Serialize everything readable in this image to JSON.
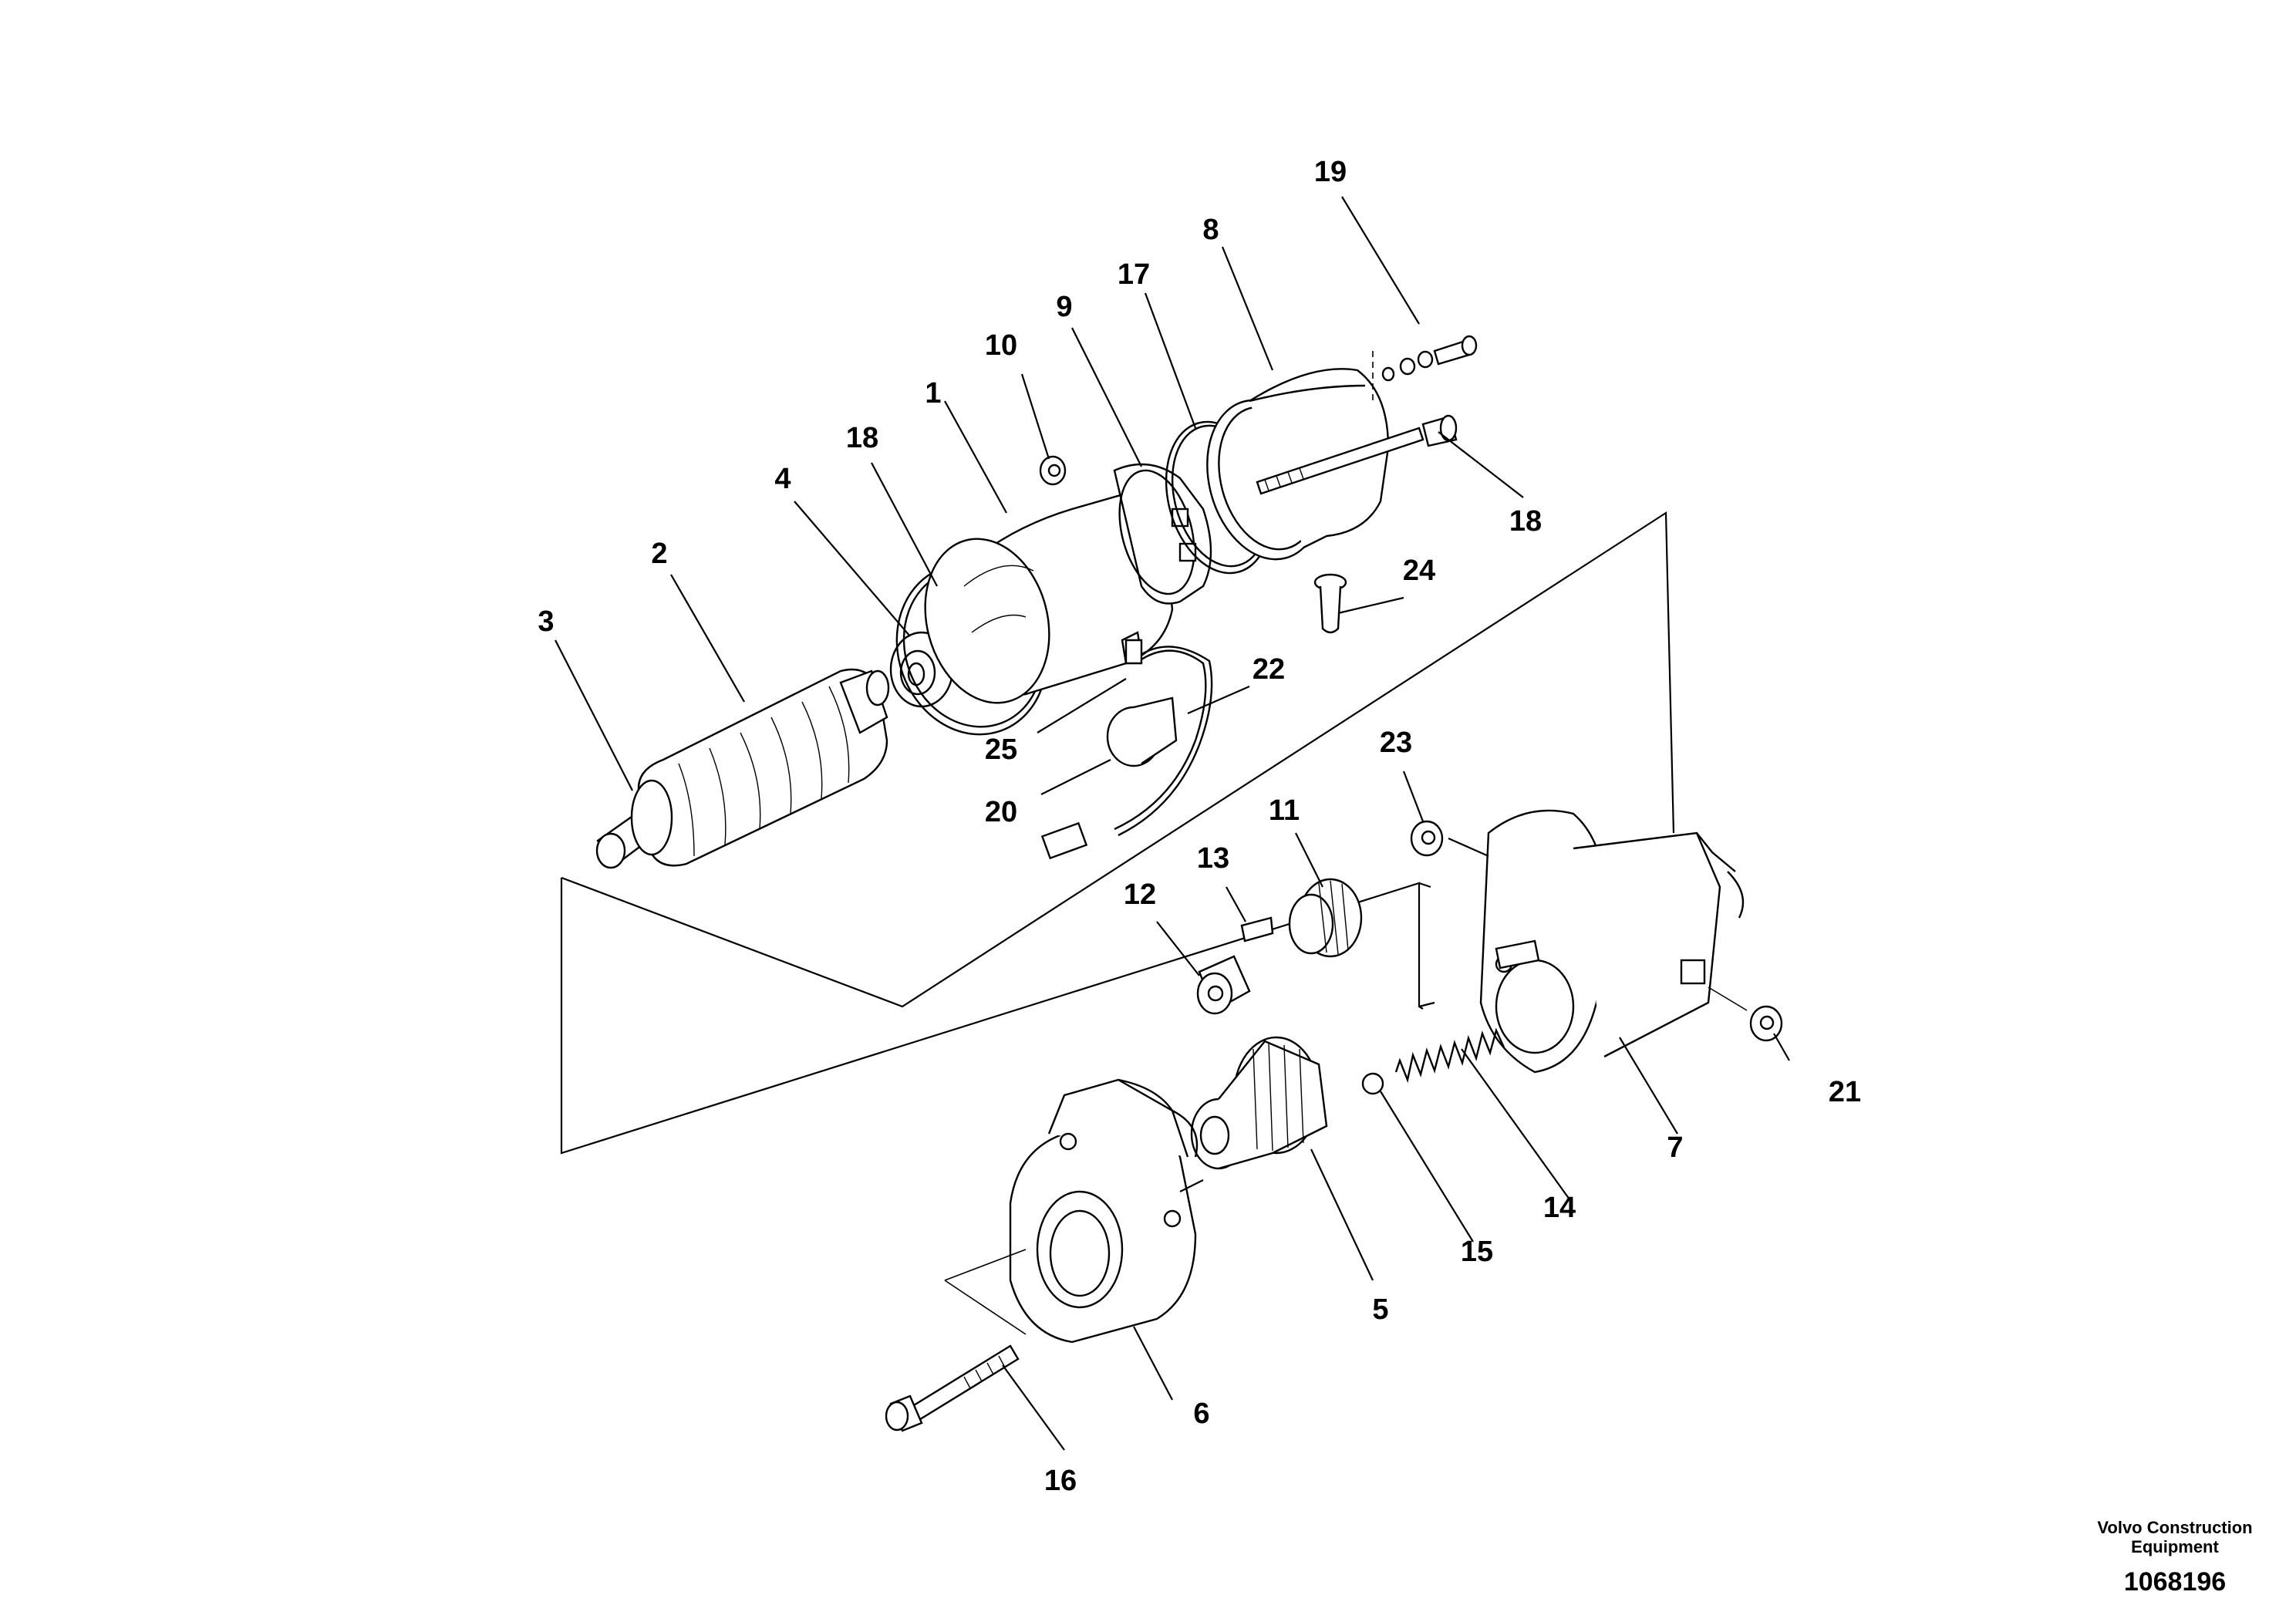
{
  "diagram": {
    "callouts": [
      "19",
      "8",
      "17",
      "9",
      "10",
      "1",
      "18",
      "4",
      "2",
      "3",
      "18",
      "24",
      "22",
      "25",
      "20",
      "23",
      "11",
      "13",
      "12",
      "21",
      "7",
      "14",
      "15",
      "5",
      "6",
      "16"
    ]
  },
  "footer": {
    "company_line1": "Volvo Construction",
    "company_line2": "Equipment",
    "drawing_number": "1068196"
  }
}
